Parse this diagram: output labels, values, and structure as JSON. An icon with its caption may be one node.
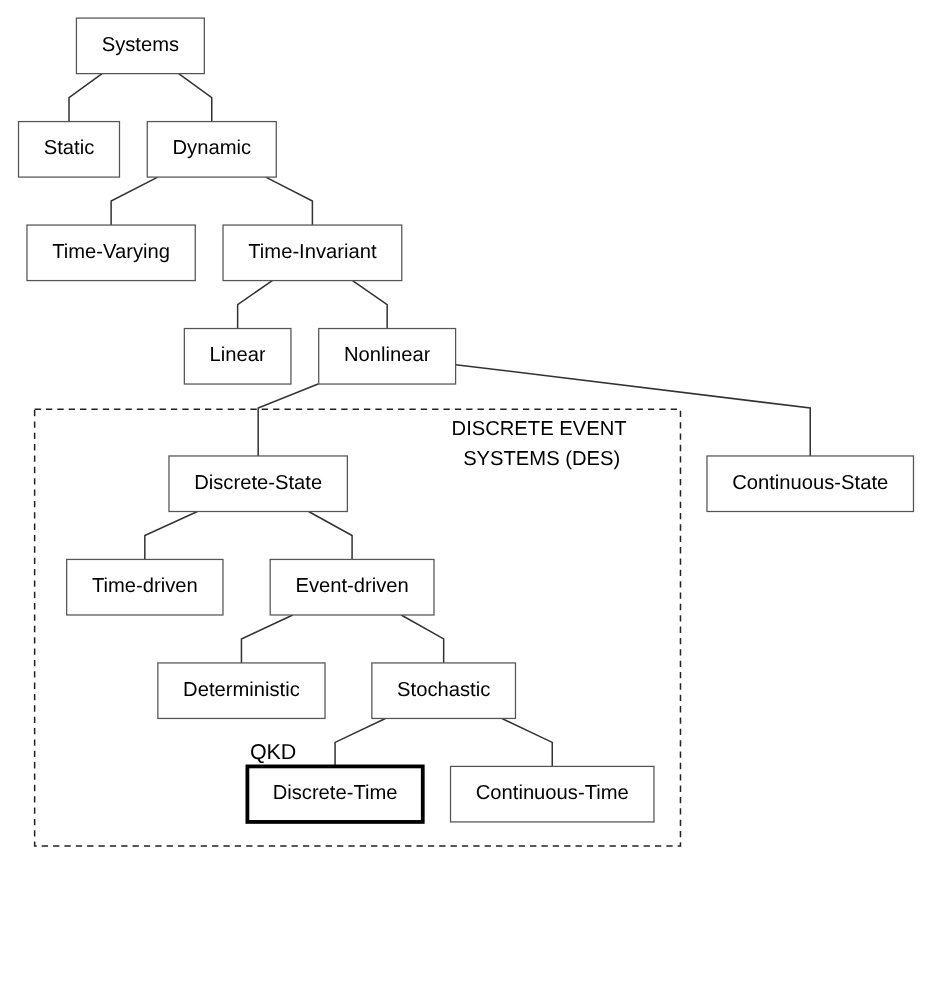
{
  "diagram": {
    "nodes": [
      {
        "text": [
          "Systems"
        ]
      },
      {
        "text": [
          "Static"
        ]
      },
      {
        "text": [
          "Dynamic"
        ]
      },
      {
        "text": [
          "Time-Varying"
        ]
      },
      {
        "text": [
          "Time-Invariant"
        ]
      },
      {
        "text": [
          "Linear"
        ]
      },
      {
        "text": [
          "Nonlinear"
        ]
      },
      {
        "text": [
          "Continuous-State"
        ]
      },
      {
        "text": [
          "DISCRETE EVENT SYSTEMS (DES)"
        ]
      },
      {
        "text": [
          "Discrete-State"
        ],
        "in": 8
      },
      {
        "text": [
          "Time-driven"
        ],
        "in": 8
      },
      {
        "text": [
          "Event-driven"
        ],
        "in": 8
      },
      {
        "text": [
          "Deterministic"
        ],
        "in": 8
      },
      {
        "text": [
          "Stochastic"
        ],
        "in": 8
      },
      {
        "text": [
          "Discrete-Time"
        ],
        "in": 8,
        "beside": [
          "QKD"
        ]
      },
      {
        "text": [
          "Continuous-Time"
        ],
        "in": 8
      }
    ],
    "edges": [
      {
        "from": 0,
        "to": 1,
        "arrow": "none"
      },
      {
        "from": 0,
        "to": 2,
        "arrow": "none"
      },
      {
        "from": 2,
        "to": 3,
        "arrow": "none"
      },
      {
        "from": 2,
        "to": 4,
        "arrow": "none"
      },
      {
        "from": 4,
        "to": 5,
        "arrow": "none"
      },
      {
        "from": 4,
        "to": 6,
        "arrow": "none"
      },
      {
        "from": 6,
        "to": 7,
        "arrow": "none"
      },
      {
        "from": 6,
        "to": 9,
        "arrow": "none"
      },
      {
        "from": 9,
        "to": 10,
        "arrow": "none"
      },
      {
        "from": 9,
        "to": 11,
        "arrow": "none"
      },
      {
        "from": 11,
        "to": 12,
        "arrow": "none"
      },
      {
        "from": 11,
        "to": 13,
        "arrow": "none"
      },
      {
        "from": 13,
        "to": 14,
        "arrow": "none"
      },
      {
        "from": 13,
        "to": 15,
        "arrow": "none"
      }
    ]
  }
}
